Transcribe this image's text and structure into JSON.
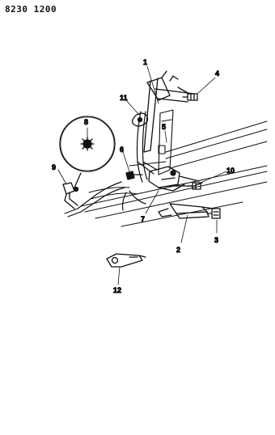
{
  "diagram_id": "8230 1200",
  "callouts": {
    "c1": "1",
    "c2": "2",
    "c3": "3",
    "c4": "4",
    "c5": "5",
    "c6": "6",
    "c7": "7",
    "c8": "8",
    "c9": "9",
    "c10": "10",
    "c11": "11",
    "c12": "12"
  }
}
